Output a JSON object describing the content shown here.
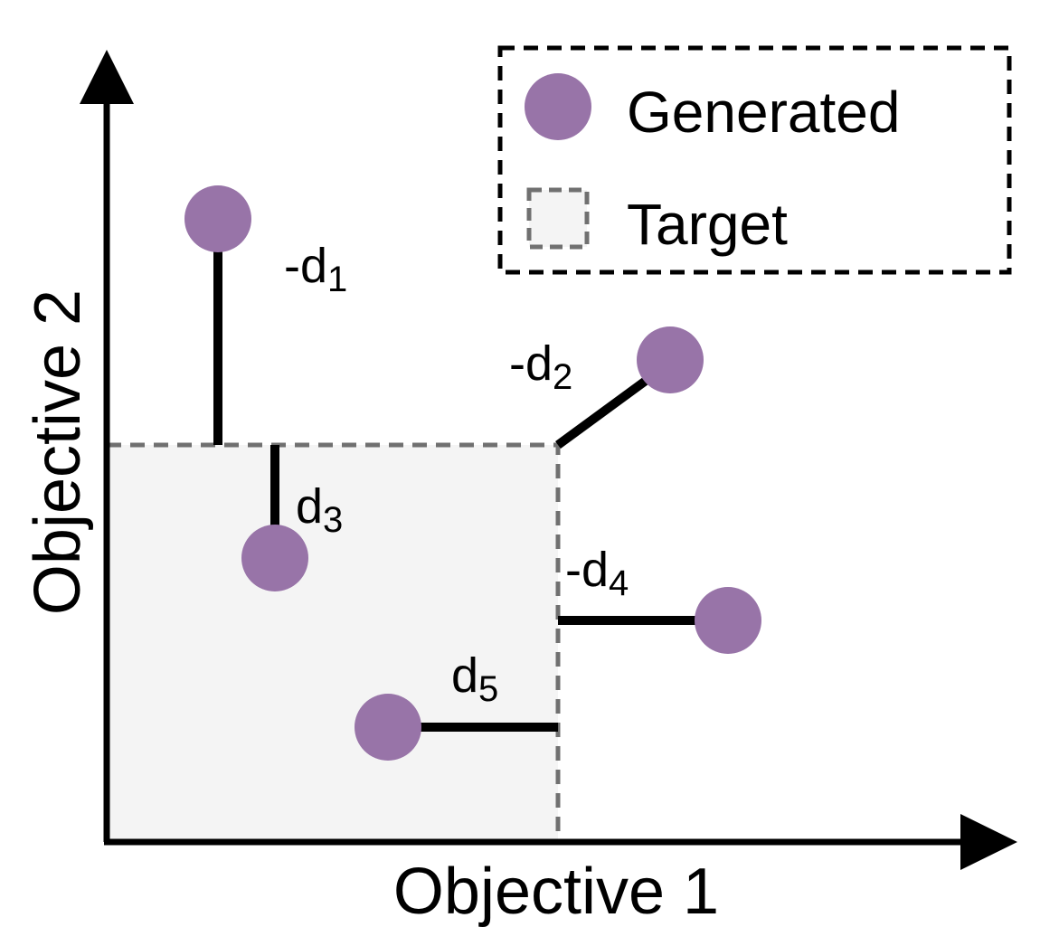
{
  "axes": {
    "x_label": "Objective 1",
    "y_label": "Objective 2"
  },
  "legend": {
    "generated_label": "Generated",
    "target_label": "Target"
  },
  "distance_labels": {
    "d1": {
      "prefix": "-d",
      "sub": "1"
    },
    "d2": {
      "prefix": "-d",
      "sub": "2"
    },
    "d3": {
      "prefix": "d",
      "sub": "3"
    },
    "d4": {
      "prefix": "-d",
      "sub": "4"
    },
    "d5": {
      "prefix": "d",
      "sub": "5"
    }
  },
  "colors": {
    "generated_point": "#9874a8",
    "target_fill": "#f4f4f4",
    "target_border": "#707070",
    "axis": "#000000",
    "distance_line": "#000000"
  }
}
